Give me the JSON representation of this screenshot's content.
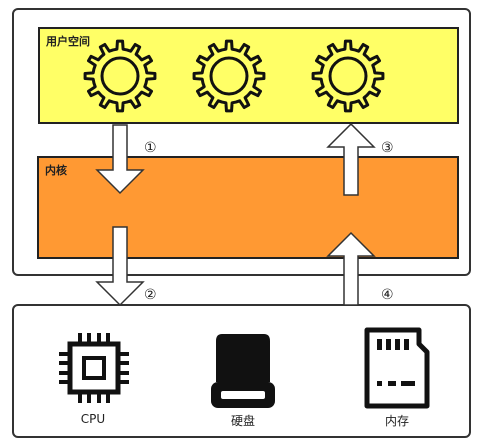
{
  "colors": {
    "user_space_fill": "#ffff66",
    "kernel_fill": "#ff9933",
    "border": "#222222",
    "arrow_fill": "#ffffff"
  },
  "user_space": {
    "title": "用户空间",
    "gears": [
      "gear-icon",
      "gear-icon",
      "gear-icon"
    ]
  },
  "kernel": {
    "title": "内核"
  },
  "steps": [
    "①",
    "②",
    "③",
    "④"
  ],
  "hardware": [
    {
      "icon": "cpu-chip-icon",
      "label": "CPU"
    },
    {
      "icon": "hard-disk-icon",
      "label": "硬盘"
    },
    {
      "icon": "memory-card-icon",
      "label": "内存"
    }
  ]
}
